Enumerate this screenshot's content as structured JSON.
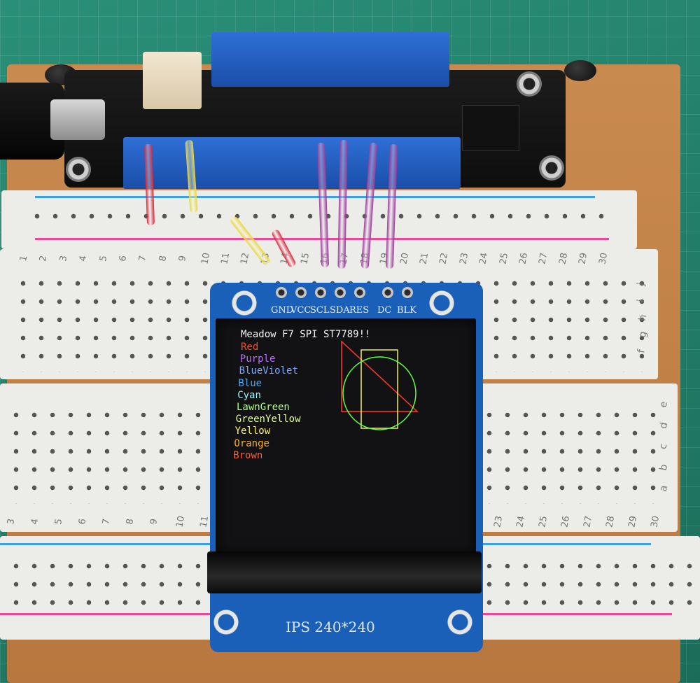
{
  "display": {
    "title": "Meadow F7 SPI ST7789!!",
    "color_lines": [
      {
        "label": "Red",
        "color": "#ff4a2a"
      },
      {
        "label": "Purple",
        "color": "#b46cf0"
      },
      {
        "label": "BlueViolet",
        "color": "#7aa8ff"
      },
      {
        "label": "Blue",
        "color": "#4aa8ff"
      },
      {
        "label": "Cyan",
        "color": "#9ef4ff"
      },
      {
        "label": "LawnGreen",
        "color": "#a8ff7a"
      },
      {
        "label": "GreenYellow",
        "color": "#e4ff9a"
      },
      {
        "label": "Yellow",
        "color": "#fff46a"
      },
      {
        "label": "Orange",
        "color": "#ffb020"
      },
      {
        "label": "Brown",
        "color": "#ff5a3a"
      }
    ],
    "shapes": {
      "triangle_color": "#ff3a2a",
      "rectangle_color": "#f0f060",
      "circle_color": "#60ff40"
    }
  },
  "lcd_module": {
    "pin_labels": [
      "GND",
      "VCC",
      "SCL",
      "SDA",
      "RES",
      "DC",
      "BLK"
    ],
    "model_label": "IPS 240*240",
    "board_color": "#1a5fb8"
  },
  "breadboard": {
    "top_numbers": [
      "1",
      "2",
      "3",
      "4",
      "5",
      "6",
      "7",
      "8",
      "9",
      "10",
      "11",
      "12",
      "13",
      "14",
      "15",
      "16",
      "17",
      "18",
      "19",
      "20",
      "21",
      "22",
      "23",
      "24",
      "25",
      "26",
      "27",
      "28",
      "29",
      "30"
    ],
    "bottom_numbers_left": [
      "3",
      "4",
      "5",
      "6",
      "7",
      "8",
      "9",
      "10",
      "11"
    ],
    "bottom_numbers_right": [
      "23",
      "24",
      "25",
      "26",
      "27",
      "28",
      "29",
      "30"
    ],
    "row_letters_top": [
      "j",
      "i",
      "h",
      "g",
      "f"
    ],
    "row_letters_bottom": [
      "e",
      "d",
      "c",
      "b",
      "a"
    ]
  },
  "wires": [
    {
      "color": "#d8283a"
    },
    {
      "color": "#e8d83a"
    },
    {
      "color": "#e8d83a"
    },
    {
      "color": "#d8283a"
    },
    {
      "color": "#9a3a9a"
    },
    {
      "color": "#9a3a9a"
    },
    {
      "color": "#9a3a9a"
    },
    {
      "color": "#9a3a9a"
    }
  ]
}
